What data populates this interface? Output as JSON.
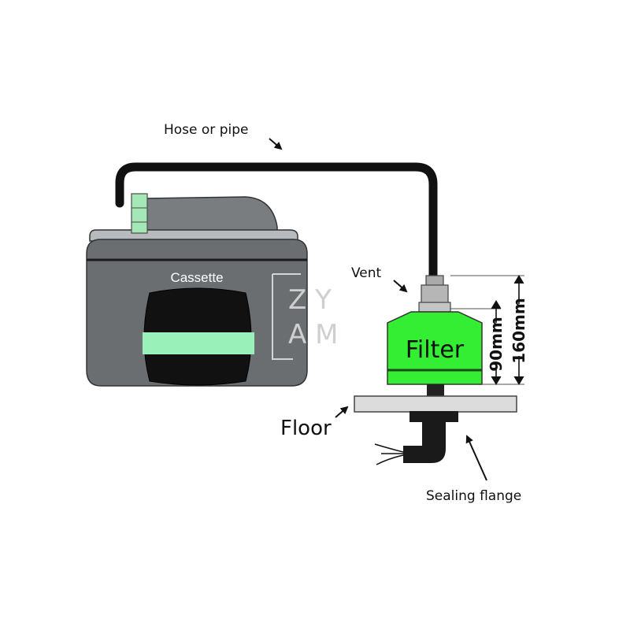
{
  "labels": {
    "hose": "Hose or pipe",
    "vent": "Vent",
    "cassette": "Cassette",
    "filter": "Filter",
    "floor": "Floor",
    "sealing_flange": "Sealing flange"
  },
  "dimensions": {
    "filter_height": "90mm",
    "total_height": "160mm"
  },
  "watermark": {
    "line1": "Z Y",
    "line2": "A M"
  },
  "colors": {
    "cassette_body": "#6b6e70",
    "filter_green": "#33ee33",
    "window_stripe": "#99f0b8",
    "hose": "#111111",
    "floor_slab": "#dcdcdc"
  }
}
